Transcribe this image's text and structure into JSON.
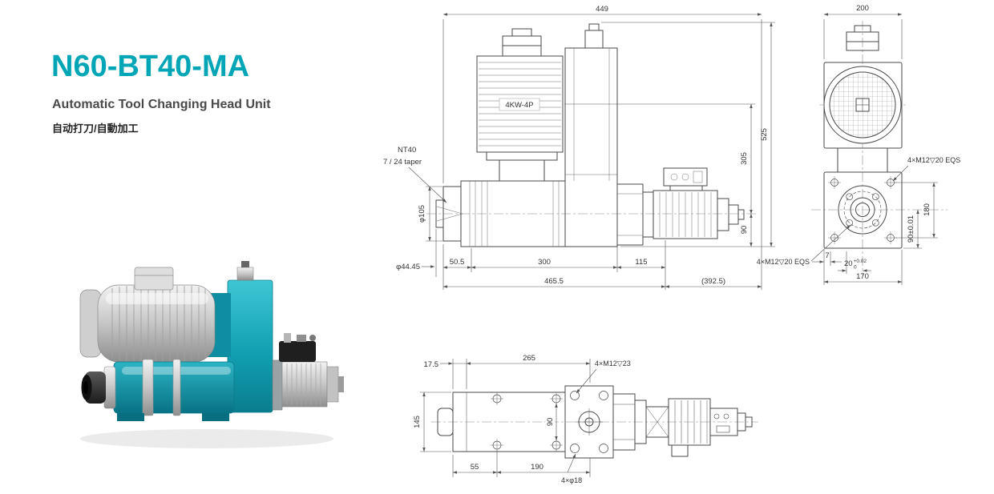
{
  "header": {
    "title": "N60-BT40-MA",
    "subtitle": "Automatic Tool Changing Head Unit",
    "subtitle_zh": "自动打刀/自動加工",
    "accent_color": "#00a6b6"
  },
  "side_view": {
    "motor_label": "4KW-4P",
    "nt40": "NT40",
    "taper": "7 / 24  taper",
    "d449": "449",
    "d525": "525",
    "d305": "305",
    "d90": "90",
    "dia105": "φ105",
    "dia4445": "φ44.45",
    "d50_5": "50.5",
    "d300": "300",
    "d115": "115",
    "d465_5": "465.5",
    "d392_5": "(392.5)"
  },
  "front_view": {
    "d200": "200",
    "eqs_top": "4×M12▽20 EQS",
    "eqs_bottom": "4×M12▽20 EQS",
    "d180": "180",
    "d90": "90±0.01",
    "d7": "7",
    "d20": "20",
    "d20_tol_up": "+0.02",
    "d20_tol_dn": "0",
    "d170": "170"
  },
  "bottom_view": {
    "d17_5": "17.5",
    "d265": "265",
    "m12": "4×M12▽23",
    "d145": "145",
    "d90": "90",
    "d55": "55",
    "d190": "190",
    "dia18": "4×φ18"
  }
}
